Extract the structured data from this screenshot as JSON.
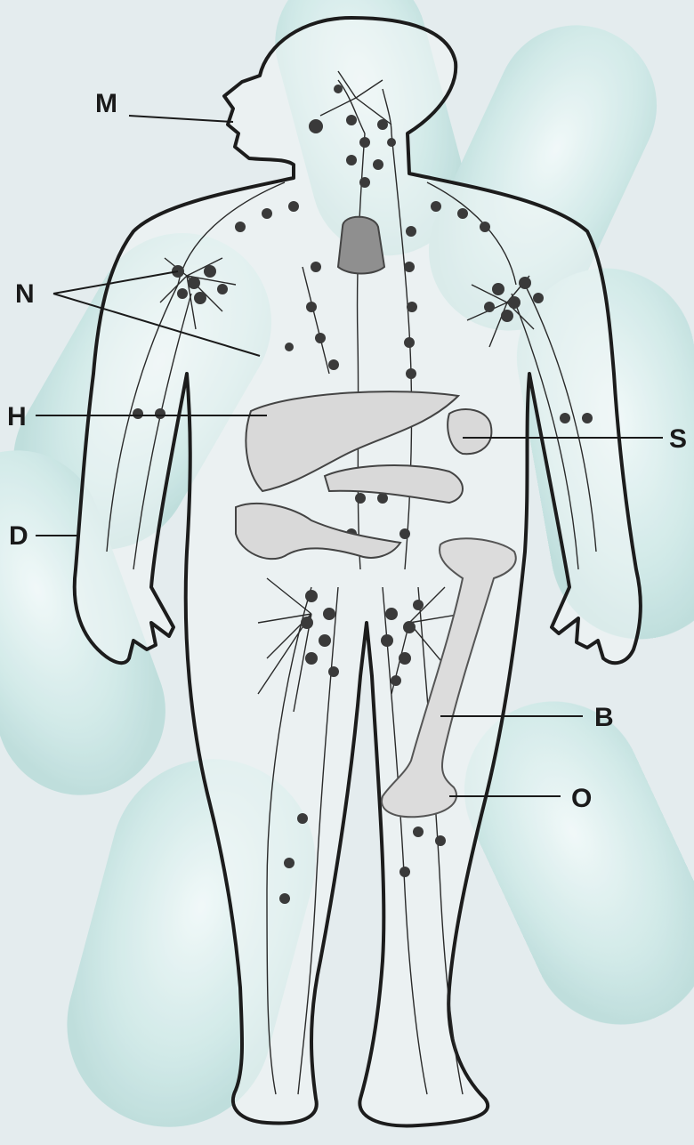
{
  "labels": {
    "m": "M",
    "n": "N",
    "h": "H",
    "d": "D",
    "s": "S",
    "b": "B",
    "o": "O"
  },
  "colors": {
    "background": "#e6eef0",
    "background_blob": "#cfe8e6",
    "line": "#1c1c1c",
    "organ_fill": "#d9d9d9",
    "node_fill": "#3a3a3a"
  }
}
